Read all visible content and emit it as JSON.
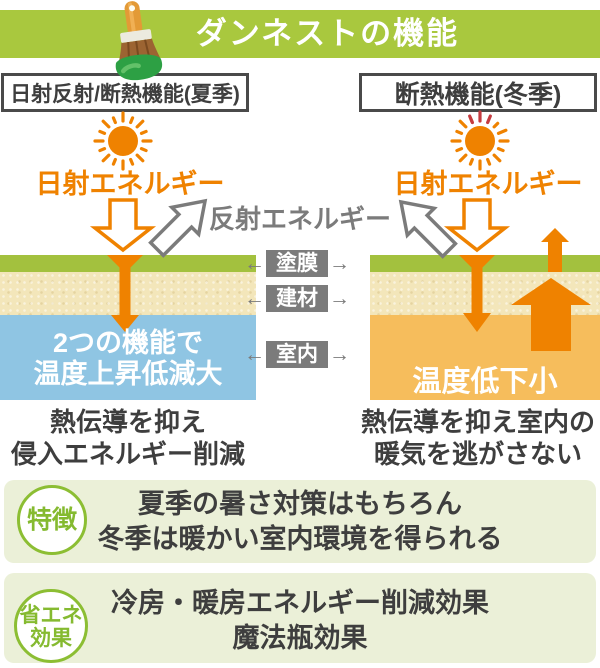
{
  "title": "ダンネストの機能",
  "left_column": {
    "header": "日射反射/断熱機能(夏季)",
    "sun_label": "日射エネルギー",
    "indoor_text_line1": "2つの機能で",
    "indoor_text_line2": "温度上昇低減大",
    "caption_line1": "熱伝導を抑え",
    "caption_line2": "侵入エネルギー削減"
  },
  "right_column": {
    "header": "断熱機能(冬季)",
    "sun_label": "日射エネルギー",
    "indoor_text": "温度低下小",
    "caption_line1": "熱伝導を抑え室内の",
    "caption_line2": "暖気を逃がさない"
  },
  "reflection_label": "反射エネルギー",
  "layers": {
    "coating": "塗膜",
    "material": "建材",
    "indoor": "室内",
    "arrow_left": "←",
    "arrow_right": "→"
  },
  "feature_box": {
    "badge": "特徴",
    "line1": "夏季の暑さ対策はもちろん",
    "line2": "冬季は暖かい室内環境を得られる"
  },
  "energy_box": {
    "badge_line1": "省エネ",
    "badge_line2": "効果",
    "line1": "冷房・暖房エネルギー削減効果",
    "line2": "魔法瓶効果"
  },
  "colors": {
    "banner_green": "#a9c83e",
    "accent_orange": "#ef8200",
    "layer_green": "#a3c13e",
    "material_beige": "#f3e6ba",
    "indoor_blue_summer": "#8fc5e3",
    "indoor_orange_winter": "#f6bd5c",
    "label_gray": "#7b7b7b",
    "box_green_bg": "#ebf0d8",
    "badge_green": "#85ba30",
    "text_dark": "#3e3e3e",
    "sun_red_ray": "#c53b40"
  }
}
